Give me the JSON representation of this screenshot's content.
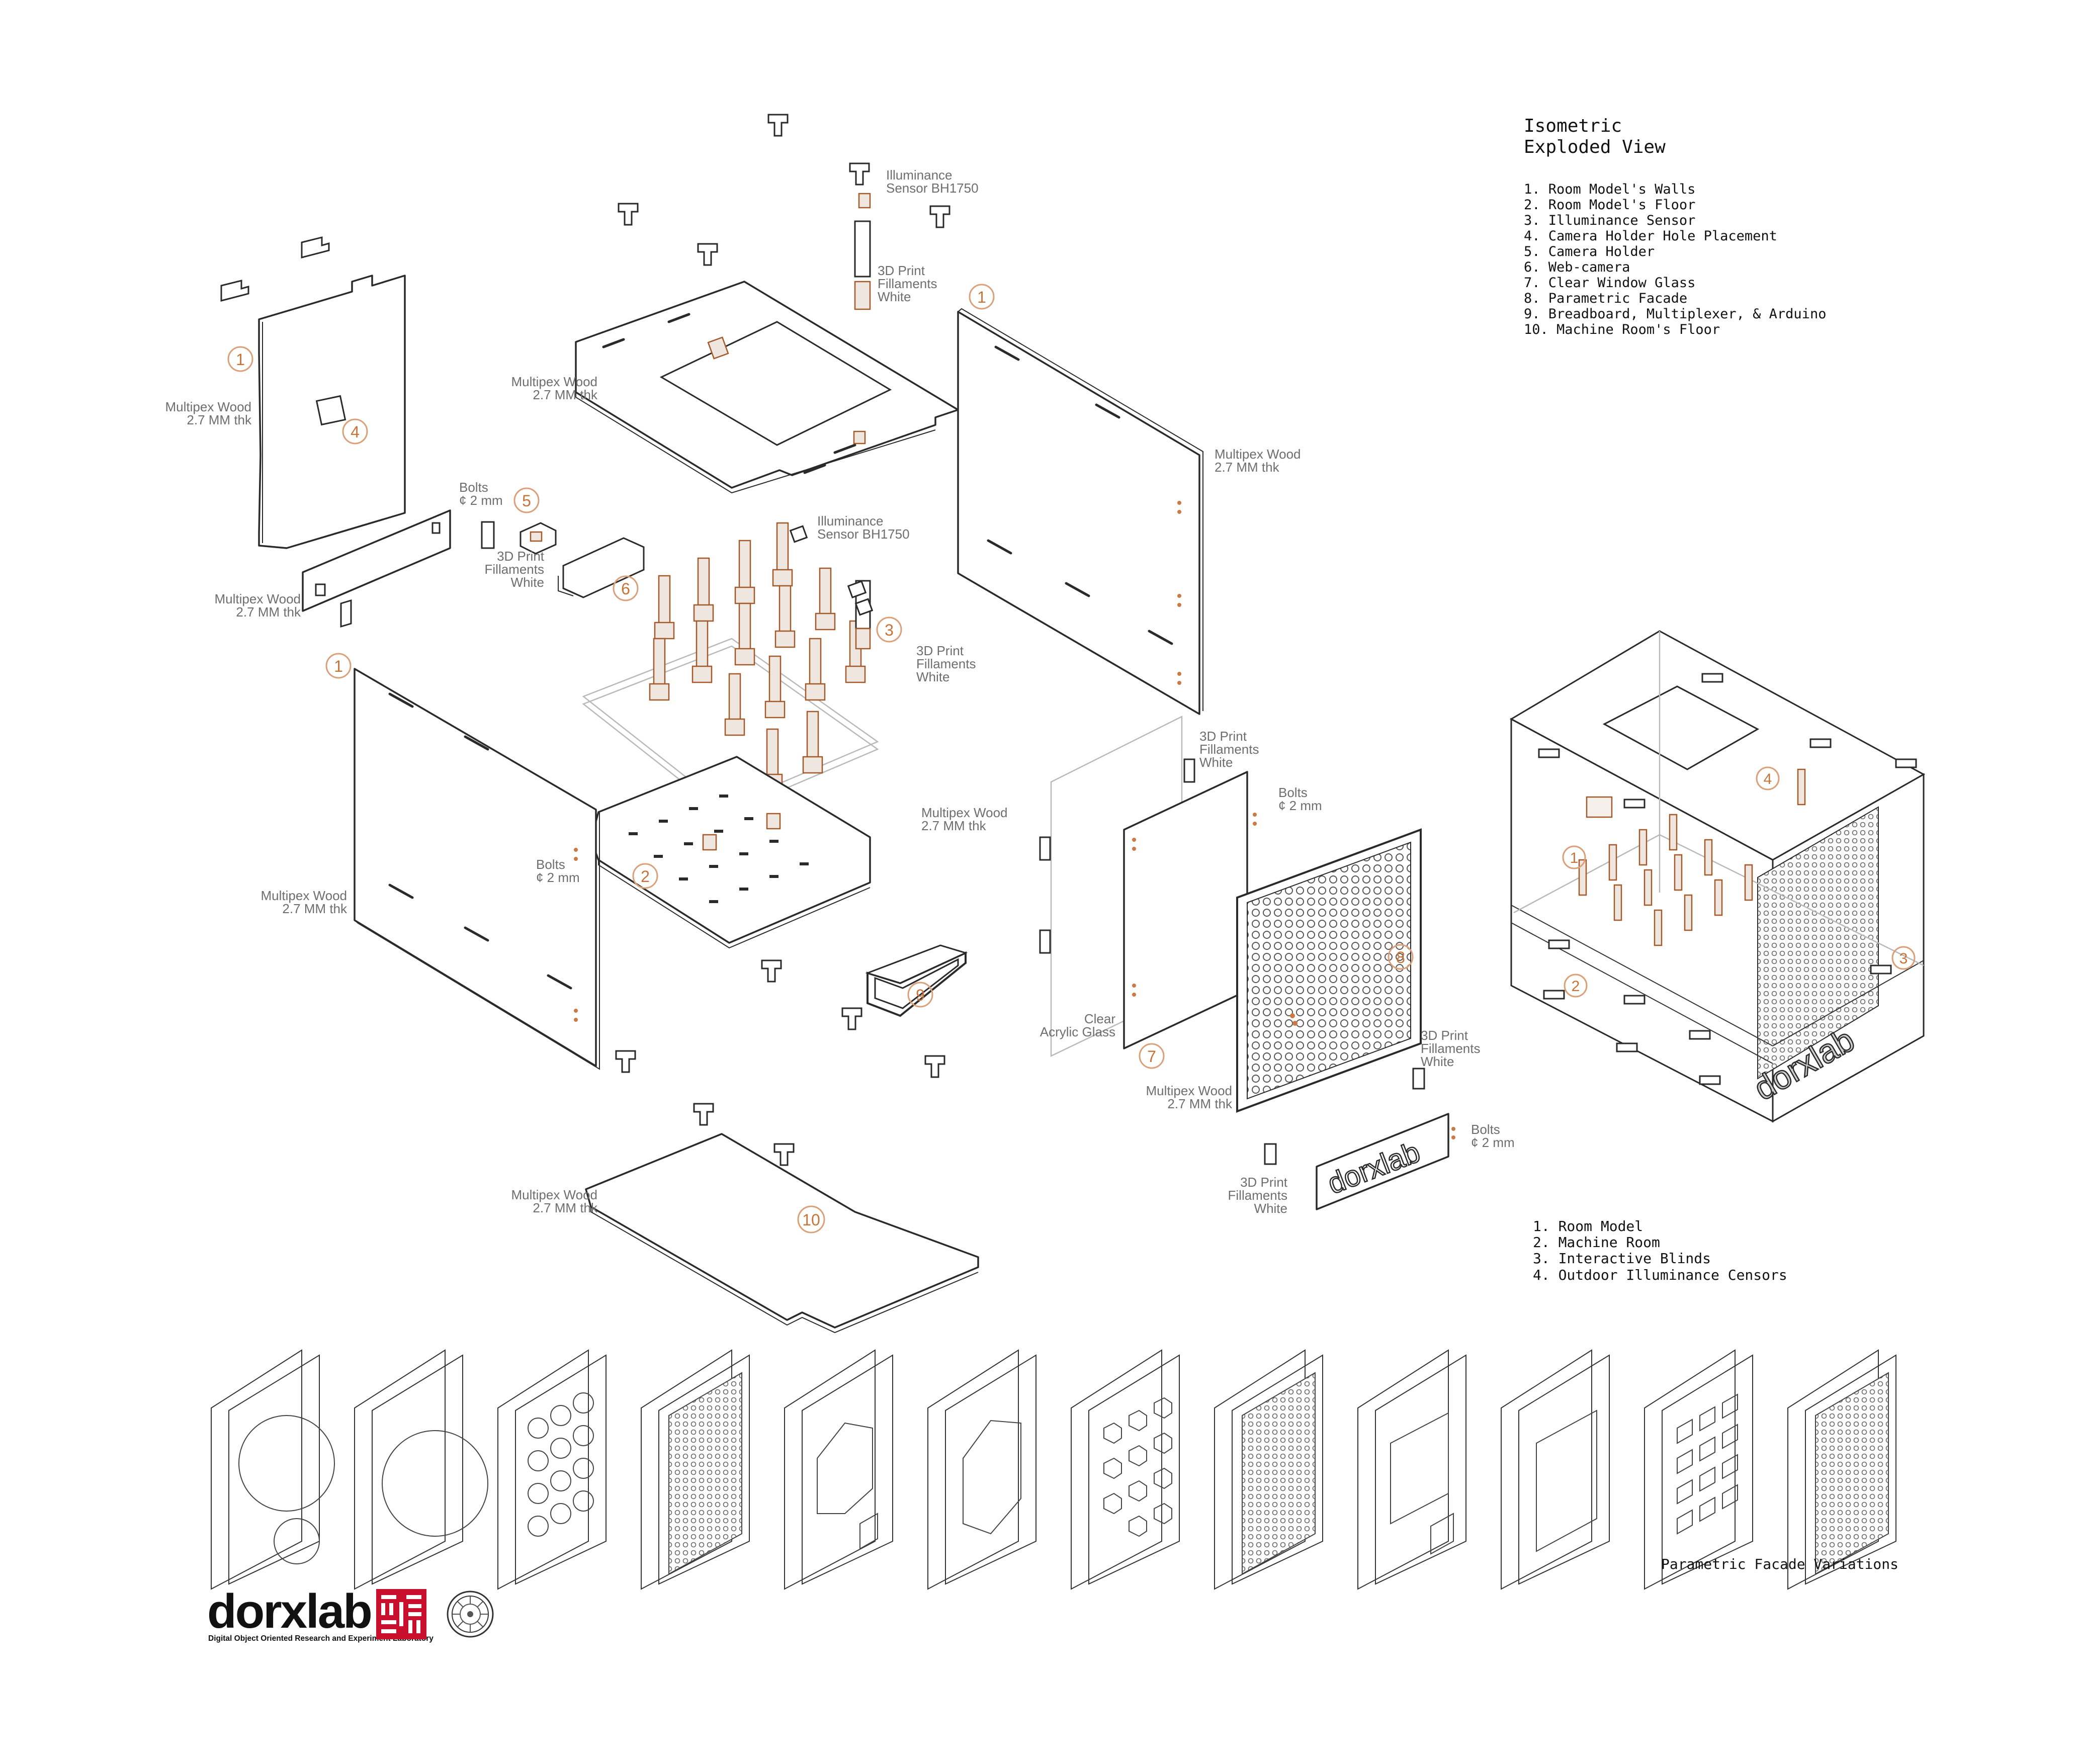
{
  "title": {
    "line1": "Isometric",
    "line2": "Exploded View"
  },
  "parts_legend": [
    "1. Room Model's Walls",
    "2. Room Model's Floor",
    "3. Illuminance Sensor",
    "4. Camera Holder Hole Placement",
    "5. Camera Holder",
    "6. Web-camera",
    "7. Clear Window Glass",
    "8. Parametric Facade",
    "9. Breadboard, Multiplexer, & Arduino",
    "10. Machine Room's Floor"
  ],
  "assembly_legend": [
    "1. Room Model",
    "2. Machine Room",
    "3. Interactive Blinds",
    "4. Outdoor Illuminance Censors"
  ],
  "labels": {
    "multipex_wood": "Multipex Wood",
    "thk": "2.7 MM thk",
    "bolts": "Bolts",
    "bolt_size": "¢ 2 mm",
    "print_1": "3D Print",
    "print_2": "Fillaments",
    "print_3": "White",
    "sensor_1": "Illuminance",
    "sensor_2": "Sensor BH1750",
    "clear": "Clear",
    "acrylic": "Acrylic Glass"
  },
  "numbers": [
    "1",
    "2",
    "3",
    "4",
    "5",
    "6",
    "7",
    "8",
    "9",
    "10"
  ],
  "variations_caption": "Parametric Facade Variations",
  "logo": {
    "text": "dorxlab",
    "tagline": "Digital Object Oriented Research and Experiment Laboratory"
  },
  "colors": {
    "accent": "#c7733a",
    "line": "#2a2a2a",
    "label_gray": "#6e6e6e",
    "logo_red": "#c8102e"
  }
}
